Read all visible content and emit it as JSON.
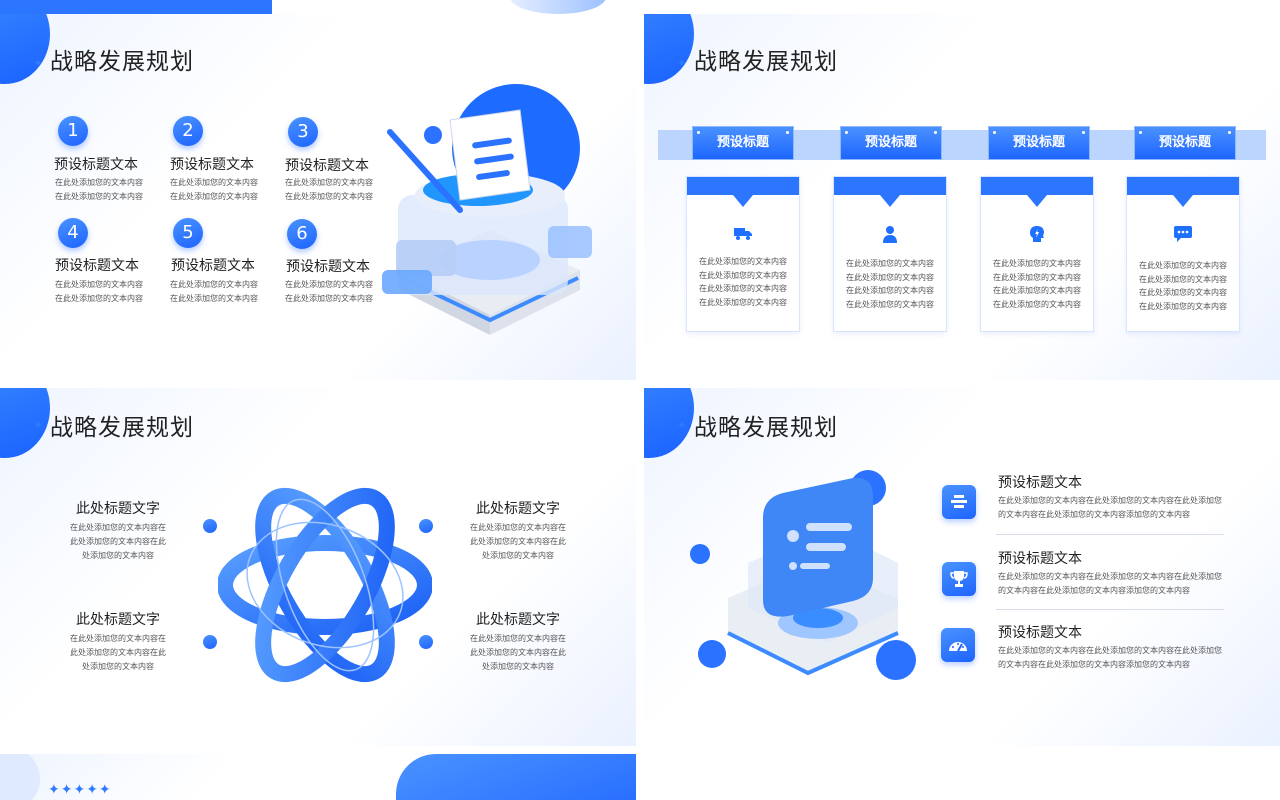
{
  "slides": {
    "title": "战略发展规划",
    "slide1": {
      "items": [
        {
          "num": "1",
          "title": "预设标题文本",
          "line1": "在此处添加您的文本内容",
          "line2": "在此处添加您的文本内容"
        },
        {
          "num": "2",
          "title": "预设标题文本",
          "line1": "在此处添加您的文本内容",
          "line2": "在此处添加您的文本内容"
        },
        {
          "num": "3",
          "title": "预设标题文本",
          "line1": "在此处添加您的文本内容",
          "line2": "在此处添加您的文本内容"
        },
        {
          "num": "4",
          "title": "预设标题文本",
          "line1": "在此处添加您的文本内容",
          "line2": "在此处添加您的文本内容"
        },
        {
          "num": "5",
          "title": "预设标题文本",
          "line1": "在此处添加您的文本内容",
          "line2": "在此处添加您的文本内容"
        },
        {
          "num": "6",
          "title": "预设标题文本",
          "line1": "在此处添加您的文本内容",
          "line2": "在此处添加您的文本内容"
        }
      ]
    },
    "slide2": {
      "columns": [
        {
          "header": "预设标题",
          "icon": "truck-icon",
          "lines": [
            "在此处添加您的文本内容",
            "在此处添加您的文本内容",
            "在此处添加您的文本内容",
            "在此处添加您的文本内容"
          ]
        },
        {
          "header": "预设标题",
          "icon": "person-icon",
          "lines": [
            "在此处添加您的文本内容",
            "在此处添加您的文本内容",
            "在此处添加您的文本内容",
            "在此处添加您的文本内容"
          ]
        },
        {
          "header": "预设标题",
          "icon": "head-lightbulb-icon",
          "lines": [
            "在此处添加您的文本内容",
            "在此处添加您的文本内容",
            "在此处添加您的文本内容",
            "在此处添加您的文本内容"
          ]
        },
        {
          "header": "预设标题",
          "icon": "chat-icon",
          "lines": [
            "在此处添加您的文本内容",
            "在此处添加您的文本内容",
            "在此处添加您的文本内容",
            "在此处添加您的文本内容"
          ]
        }
      ]
    },
    "slide3": {
      "blocks": [
        {
          "title": "此处标题文字",
          "line1": "在此处添加您的文本内容在",
          "line2": "此处添加您的文本内容在此",
          "line3": "处添加您的文本内容"
        },
        {
          "title": "此处标题文字",
          "line1": "在此处添加您的文本内容在",
          "line2": "此处添加您的文本内容在此",
          "line3": "处添加您的文本内容"
        },
        {
          "title": "此处标题文字",
          "line1": "在此处添加您的文本内容在",
          "line2": "此处添加您的文本内容在此",
          "line3": "处添加您的文本内容"
        },
        {
          "title": "此处标题文字",
          "line1": "在此处添加您的文本内容在",
          "line2": "此处添加您的文本内容在此",
          "line3": "处添加您的文本内容"
        }
      ]
    },
    "slide4": {
      "items": [
        {
          "icon": "list-icon",
          "title": "预设标题文本",
          "line1": "在此处添加您的文本内容在此处添加您的文本内容在此处添加您",
          "line2": "的文本内容在此处添加您的文本内容添加您的文本内容"
        },
        {
          "icon": "trophy-icon",
          "title": "预设标题文本",
          "line1": "在此处添加您的文本内容在此处添加您的文本内容在此处添加您",
          "line2": "的文本内容在此处添加您的文本内容添加您的文本内容"
        },
        {
          "icon": "gauge-icon",
          "title": "预设标题文本",
          "line1": "在此处添加您的文本内容在此处添加您的文本内容在此处添加您",
          "line2": "的文本内容在此处添加您的文本内容添加您的文本内容"
        }
      ]
    },
    "slide5": {
      "stars": "✦✦✦✦✦"
    }
  },
  "colors": {
    "accent": "#1e64ff",
    "light": "#bcd5ff"
  }
}
